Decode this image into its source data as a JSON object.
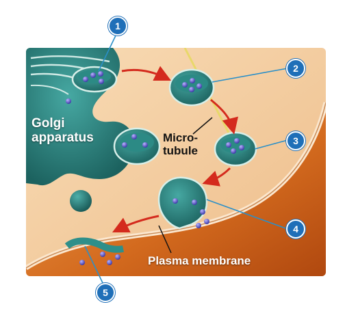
{
  "labels": {
    "golgi_line1": "Golgi",
    "golgi_line2": "apparatus",
    "microtubule_line1": "Micro-",
    "microtubule_line2": "tubule",
    "plasma_membrane": "Plasma membrane"
  },
  "steps": [
    "1",
    "2",
    "3",
    "4",
    "5"
  ],
  "colors": {
    "cytoplasm": "#f3c99a",
    "exterior": "#d86a1c",
    "organelle": "#2e8f8a",
    "organelle_dark": "#1a5e5b",
    "cargo": "#6a66c8",
    "arrow": "#d42a1d",
    "step_badge": "#1f6fb8",
    "leader_line": "#2a8fc8"
  }
}
